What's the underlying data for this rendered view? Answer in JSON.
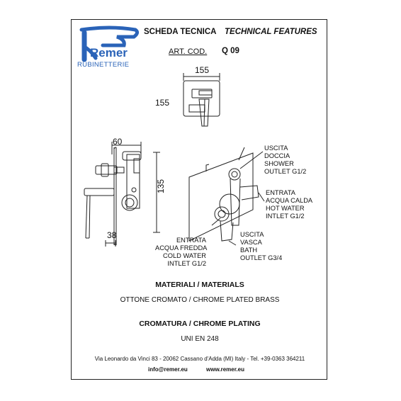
{
  "header": {
    "brand": "Remer",
    "brand_sub": "RUBINETTERIE",
    "title_it": "SCHEDA TECNICA",
    "title_en": "TECHNICAL FEATURES",
    "art_label": "ART. COD.",
    "art_code": "Q 09"
  },
  "dimensions": {
    "width": "155",
    "height": "155",
    "depth": "60",
    "side_height": "135",
    "offset": "38"
  },
  "labels": {
    "shower": "USCITA\nDOCCIA\nSHOWER\nOUTLET G1/2",
    "hot": "ENTRATA\nACQUA CALDA\nHOT WATER\nINTLET G1/2",
    "cold": "ENTRATA\nACQUA FREDDA\nCOLD WATER\nINTLET G1/2",
    "bath": "USCITA\nVASCA\nBATH\nOUTLET G3/4"
  },
  "materials": {
    "heading": "MATERIALI / MATERIALS",
    "value": "OTTONE CROMATO / CHROME PLATED BRASS"
  },
  "plating": {
    "heading": "CROMATURA / CHROME PLATING",
    "value": "UNI EN 248"
  },
  "footer": {
    "address": "Via Leonardo da Vinci 83 - 20062 Cassano d'Adda (MI) Italy - Tel. +39-0363 364211",
    "email": "info@remer.eu",
    "website": "www.remer.eu"
  },
  "colors": {
    "brand_blue": "#2a63b8",
    "line": "#222222"
  }
}
